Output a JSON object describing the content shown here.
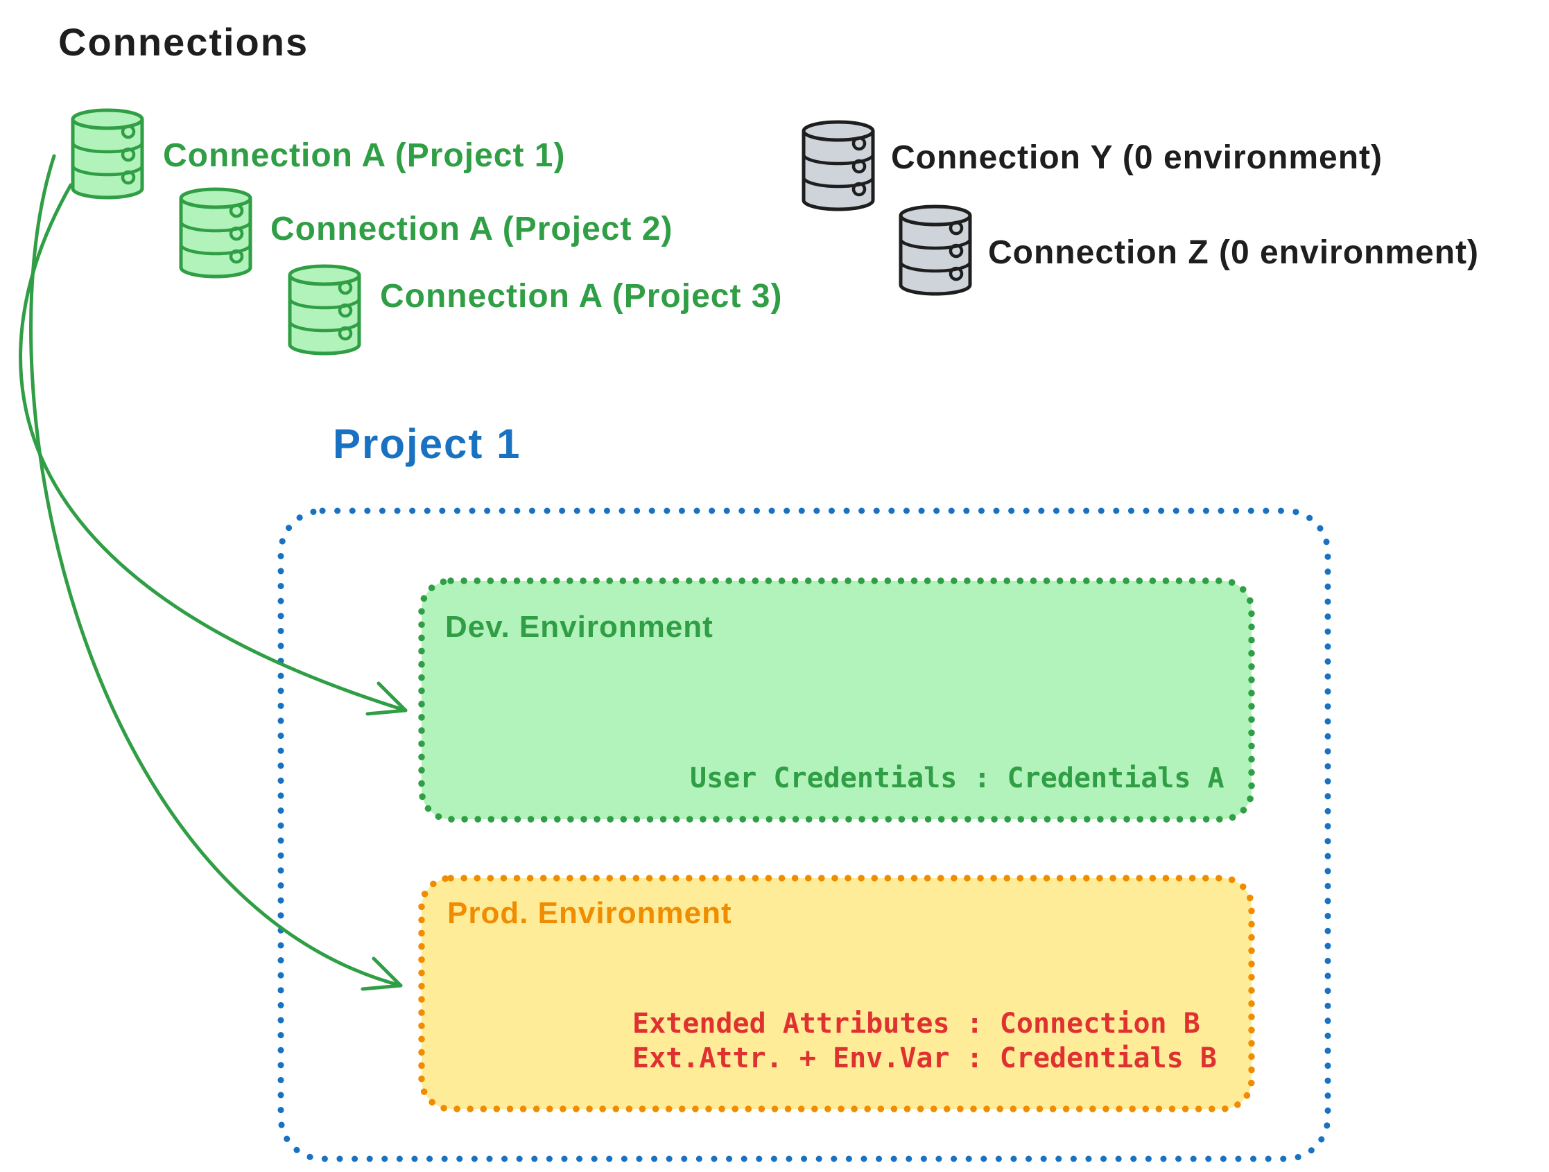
{
  "title": "Connections",
  "colors": {
    "black": "#1e1e1e",
    "green_stroke": "#2f9e44",
    "green_fill": "#b2f2bb",
    "gray_fill": "#ced4da",
    "blue": "#1971c2",
    "orange": "#f08c00",
    "yellow_fill": "#ffec99",
    "red": "#e03131"
  },
  "connections": {
    "assigned": [
      {
        "icon": "database-icon",
        "label": "Connection A (Project 1)"
      },
      {
        "icon": "database-icon",
        "label": "Connection A (Project 2)"
      },
      {
        "icon": "database-icon",
        "label": "Connection A (Project 3)"
      }
    ],
    "unassigned": [
      {
        "icon": "database-icon",
        "label": "Connection Y (0 environment)"
      },
      {
        "icon": "database-icon",
        "label": "Connection Z (0 environment)"
      }
    ]
  },
  "project": {
    "title": "Project 1",
    "environments": [
      {
        "name": "Dev. Environment",
        "lines": [
          "User Credentials : Credentials A"
        ]
      },
      {
        "name": "Prod. Environment",
        "lines": [
          "Extended Attributes : Connection B",
          "Ext.Attr. + Env.Var : Credentials B"
        ]
      }
    ]
  }
}
